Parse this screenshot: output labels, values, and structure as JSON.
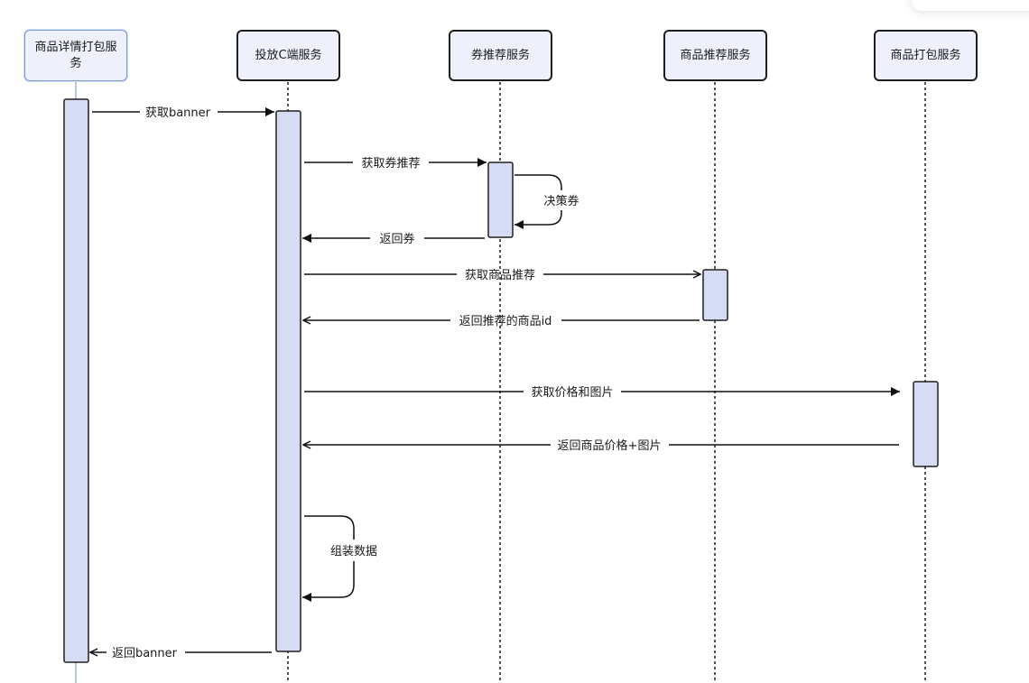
{
  "participants": [
    {
      "id": "p1",
      "label": "商品详情打包服务"
    },
    {
      "id": "p2",
      "label": "投放C端服务"
    },
    {
      "id": "p3",
      "label": "券推荐服务"
    },
    {
      "id": "p4",
      "label": "商品推荐服务"
    },
    {
      "id": "p5",
      "label": "商品打包服务"
    }
  ],
  "messages": [
    {
      "from": "p1",
      "to": "p2",
      "label": "获取banner"
    },
    {
      "from": "p2",
      "to": "p3",
      "label": "获取券推荐"
    },
    {
      "from": "p3",
      "to": "p3",
      "label": "决策券"
    },
    {
      "from": "p3",
      "to": "p2",
      "label": "返回券"
    },
    {
      "from": "p2",
      "to": "p4",
      "label": "获取商品推荐"
    },
    {
      "from": "p4",
      "to": "p2",
      "label": "返回推荐的商品id"
    },
    {
      "from": "p2",
      "to": "p5",
      "label": "获取价格和图片"
    },
    {
      "from": "p5",
      "to": "p2",
      "label": "返回商品价格+图片"
    },
    {
      "from": "p2",
      "to": "p2",
      "label": "组装数据"
    },
    {
      "from": "p2",
      "to": "p1",
      "label": "返回banner"
    }
  ],
  "colors": {
    "activation_fill": "#d6dcf3",
    "participant_fill": "#eef1fb",
    "selected_border": "#7d9bd6",
    "line": "#1f1f1f"
  }
}
